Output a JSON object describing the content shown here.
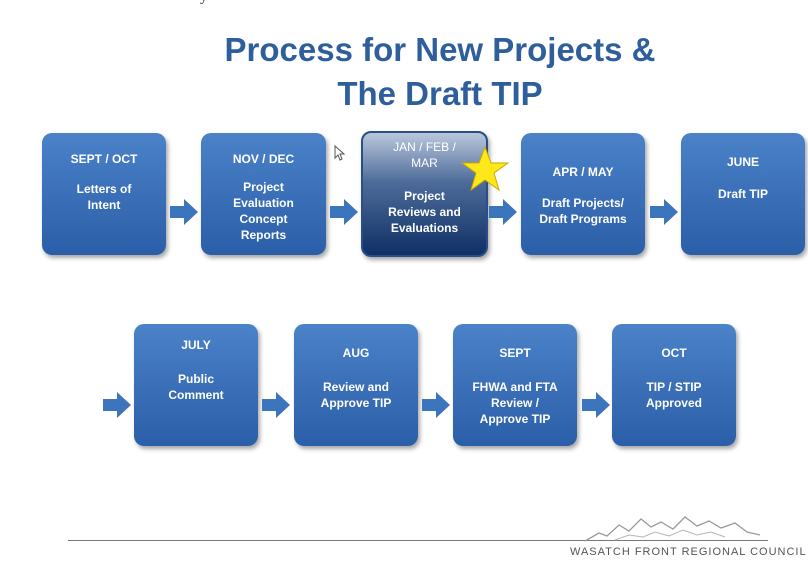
{
  "header": {
    "top_fragment": "y",
    "title_line1": "Process for New Projects &",
    "title_line2": "The Draft TIP"
  },
  "steps": [
    {
      "period": "SEPT / OCT",
      "desc": "Letters of\nIntent"
    },
    {
      "period": "NOV / DEC",
      "desc": "Project\nEvaluation\nConcept\nReports"
    },
    {
      "period": "JAN / FEB /\nMAR",
      "desc": "Project\nReviews and\nEvaluations"
    },
    {
      "period": "APR / MAY",
      "desc": "Draft Projects/\nDraft Programs"
    },
    {
      "period": "JUNE",
      "desc": "Draft TIP"
    },
    {
      "period": "JULY",
      "desc": "Public\nComment"
    },
    {
      "period": "AUG",
      "desc": "Review and\nApprove TIP"
    },
    {
      "period": "SEPT",
      "desc": "FHWA and FTA\nReview /\nApprove TIP"
    },
    {
      "period": "OCT",
      "desc": "TIP / STIP\nApproved"
    }
  ],
  "colors": {
    "title": "#2e5f9c",
    "box_top": "#4b82c8",
    "box_bottom": "#2b5ea8",
    "arrow": "#3d74be",
    "star": "#ffe81a"
  },
  "footer": {
    "org": "WASATCH FRONT REGIONAL COUNCIL"
  }
}
